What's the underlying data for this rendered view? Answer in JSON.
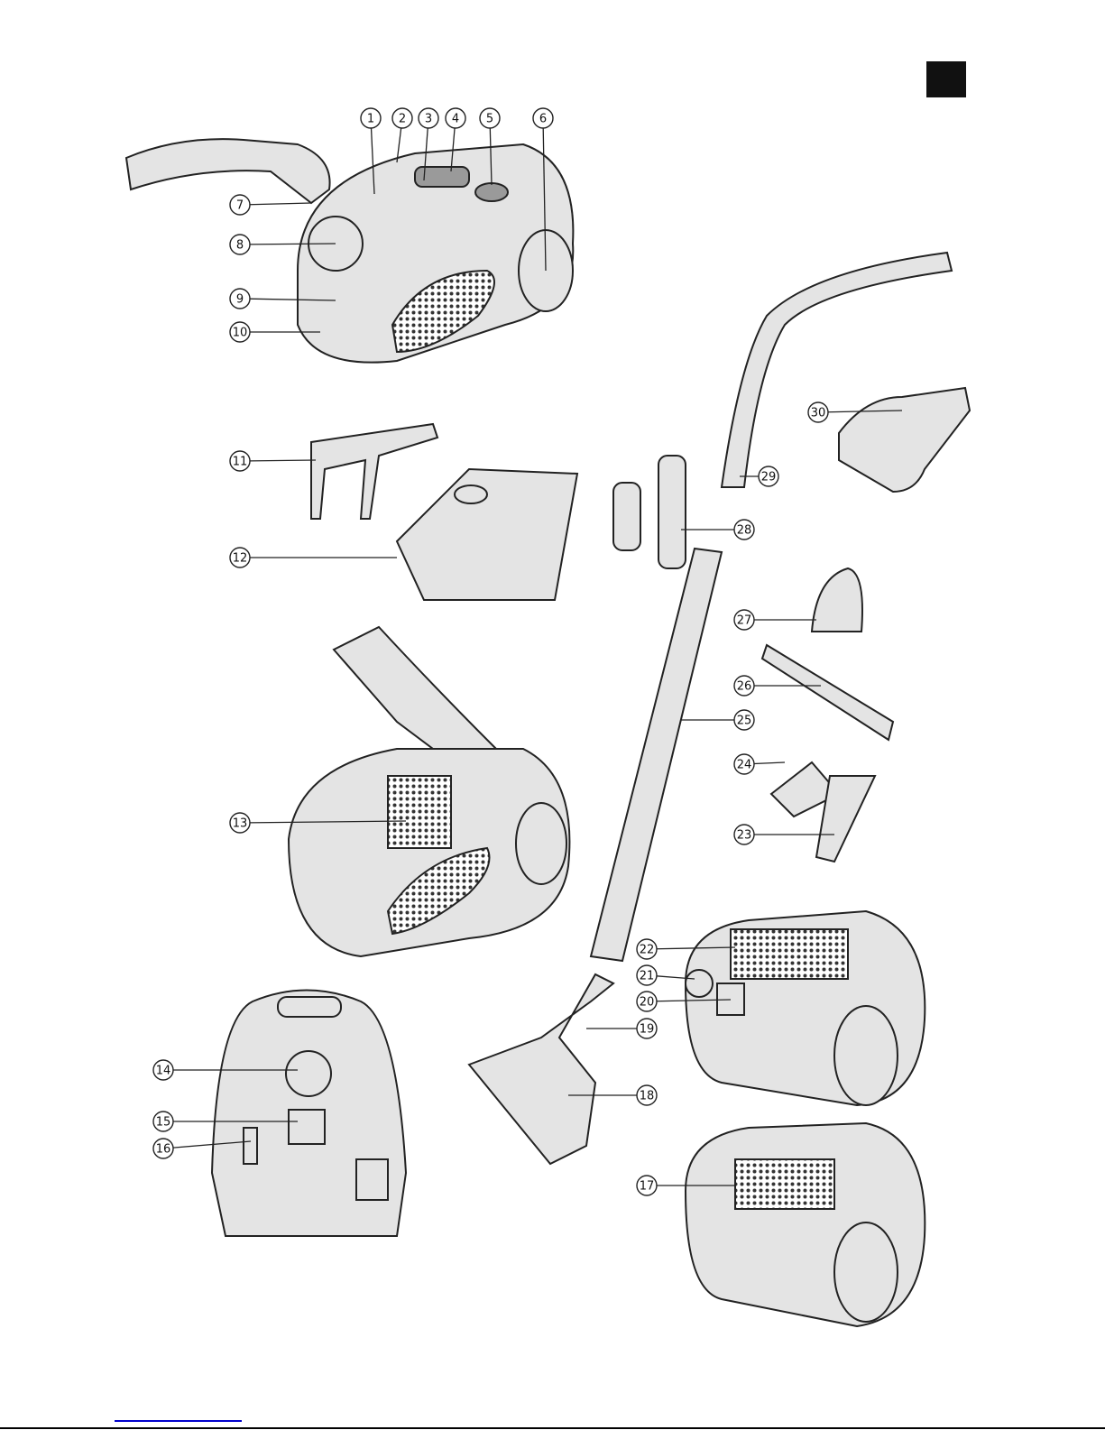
{
  "callouts": [
    "1",
    "2",
    "3",
    "4",
    "5",
    "6",
    "7",
    "8",
    "9",
    "10",
    "11",
    "12",
    "13",
    "14",
    "15",
    "16",
    "17",
    "18",
    "19",
    "20",
    "21",
    "22",
    "23",
    "24",
    "25",
    "26",
    "27",
    "28",
    "29",
    "30"
  ],
  "colors": {
    "marker": "#111111",
    "link": "#0000cc",
    "line": "#222222"
  }
}
